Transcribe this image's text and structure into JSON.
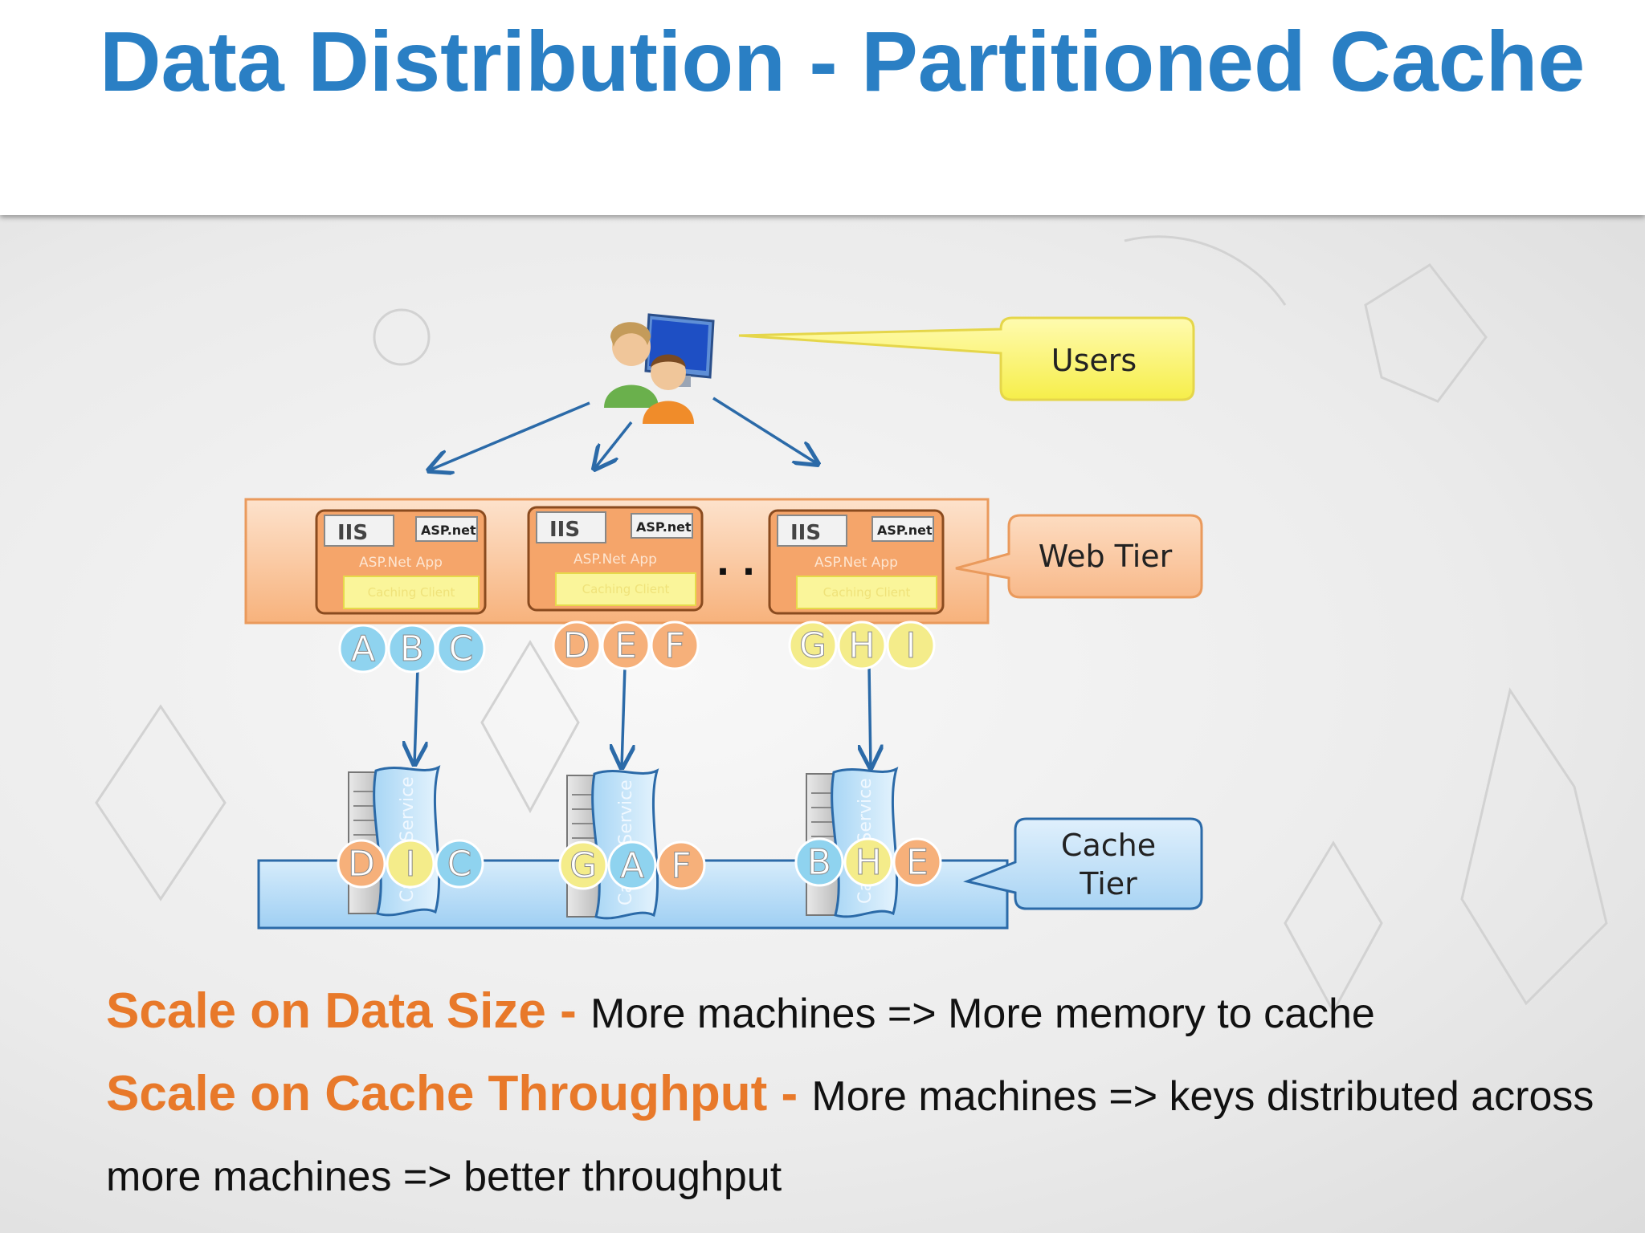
{
  "slide": {
    "title": "Data Distribution - Partitioned Cache"
  },
  "callouts": {
    "users": "Users",
    "web_tier": "Web Tier",
    "cache_tier_line1": "Cache",
    "cache_tier_line2": "Tier"
  },
  "web_servers": [
    {
      "iis": "IIS",
      "asp": "ASP.net",
      "app": "ASP.Net App",
      "client": "Caching Client",
      "keys": [
        "A",
        "B",
        "C"
      ]
    },
    {
      "iis": "IIS",
      "asp": "ASP.net",
      "app": "ASP.Net App",
      "client": "Caching Client",
      "keys": [
        "D",
        "E",
        "F"
      ]
    },
    {
      "iis": "IIS",
      "asp": "ASP.net",
      "app": "ASP.Net App",
      "client": "Caching Client",
      "keys": [
        "G",
        "H",
        "I"
      ]
    }
  ],
  "ellipsis": ". . .",
  "cache_servers": [
    {
      "service": "Cache Service",
      "keys": [
        "D",
        "I",
        "C"
      ]
    },
    {
      "service": "Cache Service",
      "keys": [
        "G",
        "A",
        "F"
      ]
    },
    {
      "service": "Cache Service",
      "keys": [
        "B",
        "H",
        "E"
      ]
    }
  ],
  "key_colors": {
    "A": "#8fd3ef",
    "B": "#8fd3ef",
    "C": "#8fd3ef",
    "D": "#f6b07a",
    "E": "#f6b07a",
    "F": "#f6b07a",
    "G": "#f4ec8a",
    "H": "#f4ec8a",
    "I": "#f4ec8a"
  },
  "colors": {
    "title": "#2a7fc4",
    "bullet_head": "#e8792a",
    "web_tier_fill": "#f9c196",
    "cache_tier_fill": "#bfe0f7",
    "users_callout": "#fbf66c",
    "arrow": "#2b6aa8"
  },
  "bullets": [
    {
      "head": "Scale on Data Size",
      "sep": " - ",
      "body": "More machines => More memory to cache"
    },
    {
      "head": "Scale on Cache Throughput",
      "sep": "  - ",
      "body": "More machines => keys distributed across more machines => better throughput"
    }
  ]
}
